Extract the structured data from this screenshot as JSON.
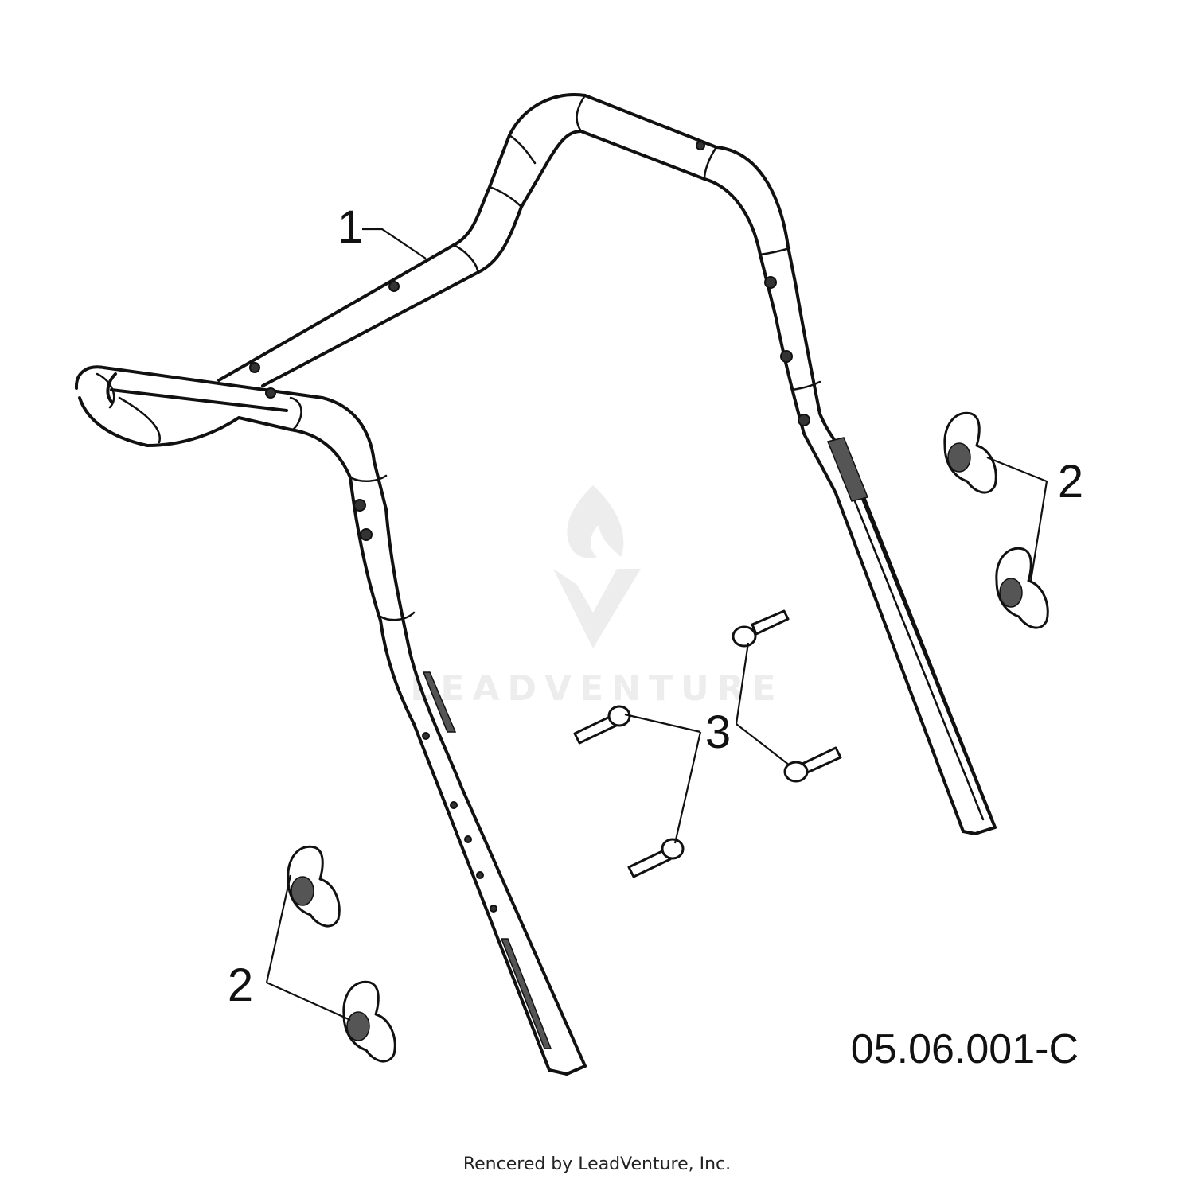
{
  "labels": {
    "handle": "1",
    "knob_right": "2",
    "knob_left": "2",
    "bolts": "3"
  },
  "drawing_code": "05.06.001-C",
  "footer_text": "Rencered by LeadVenture, Inc.",
  "watermark_text": "LEADVENTURE",
  "colors": {
    "line": "#111111",
    "watermark": "#ededed",
    "background": "#ffffff"
  }
}
